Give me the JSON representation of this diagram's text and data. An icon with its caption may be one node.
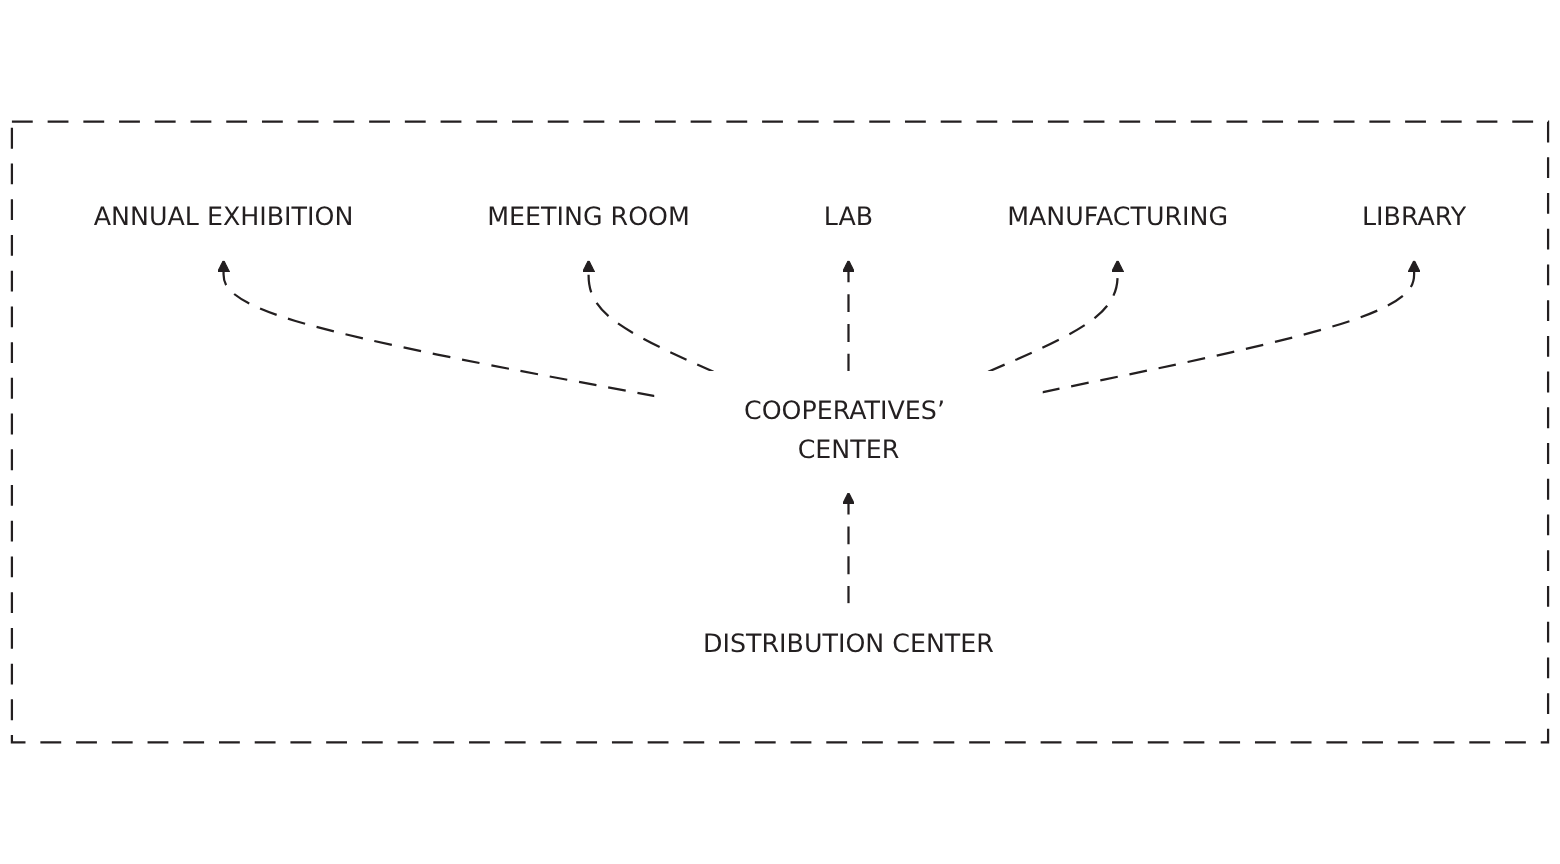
{
  "diagram": {
    "nodes": [
      {
        "text": [],
        "shape": "box"
      },
      {
        "text": [
          "ANNUAL EXHIBITION"
        ],
        "in": 0
      },
      {
        "text": [
          "MEETING ROOM"
        ],
        "in": 0
      },
      {
        "text": [
          "LAB"
        ],
        "in": 0
      },
      {
        "text": [
          "MANUFACTURING"
        ],
        "in": 0
      },
      {
        "text": [
          "COOPERATIVES’ CENTER"
        ],
        "in": 0
      },
      {
        "text": [
          "LIBRARY"
        ],
        "in": 0
      },
      {
        "text": [
          "DISTRIBUTION CENTER"
        ],
        "in": 0
      }
    ],
    "edges": [
      {
        "from": 5,
        "to": 1,
        "arrow": "to",
        "style": "dashed"
      },
      {
        "from": 5,
        "to": 2,
        "arrow": "to",
        "style": "dashed"
      },
      {
        "from": 5,
        "to": 3,
        "arrow": "to",
        "style": "dashed"
      },
      {
        "from": 5,
        "to": 4,
        "arrow": "to",
        "style": "dashed"
      },
      {
        "from": 5,
        "to": 6,
        "arrow": "to",
        "style": "dashed"
      },
      {
        "from": 7,
        "to": 5,
        "arrow": "to",
        "style": "dashed"
      }
    ]
  }
}
